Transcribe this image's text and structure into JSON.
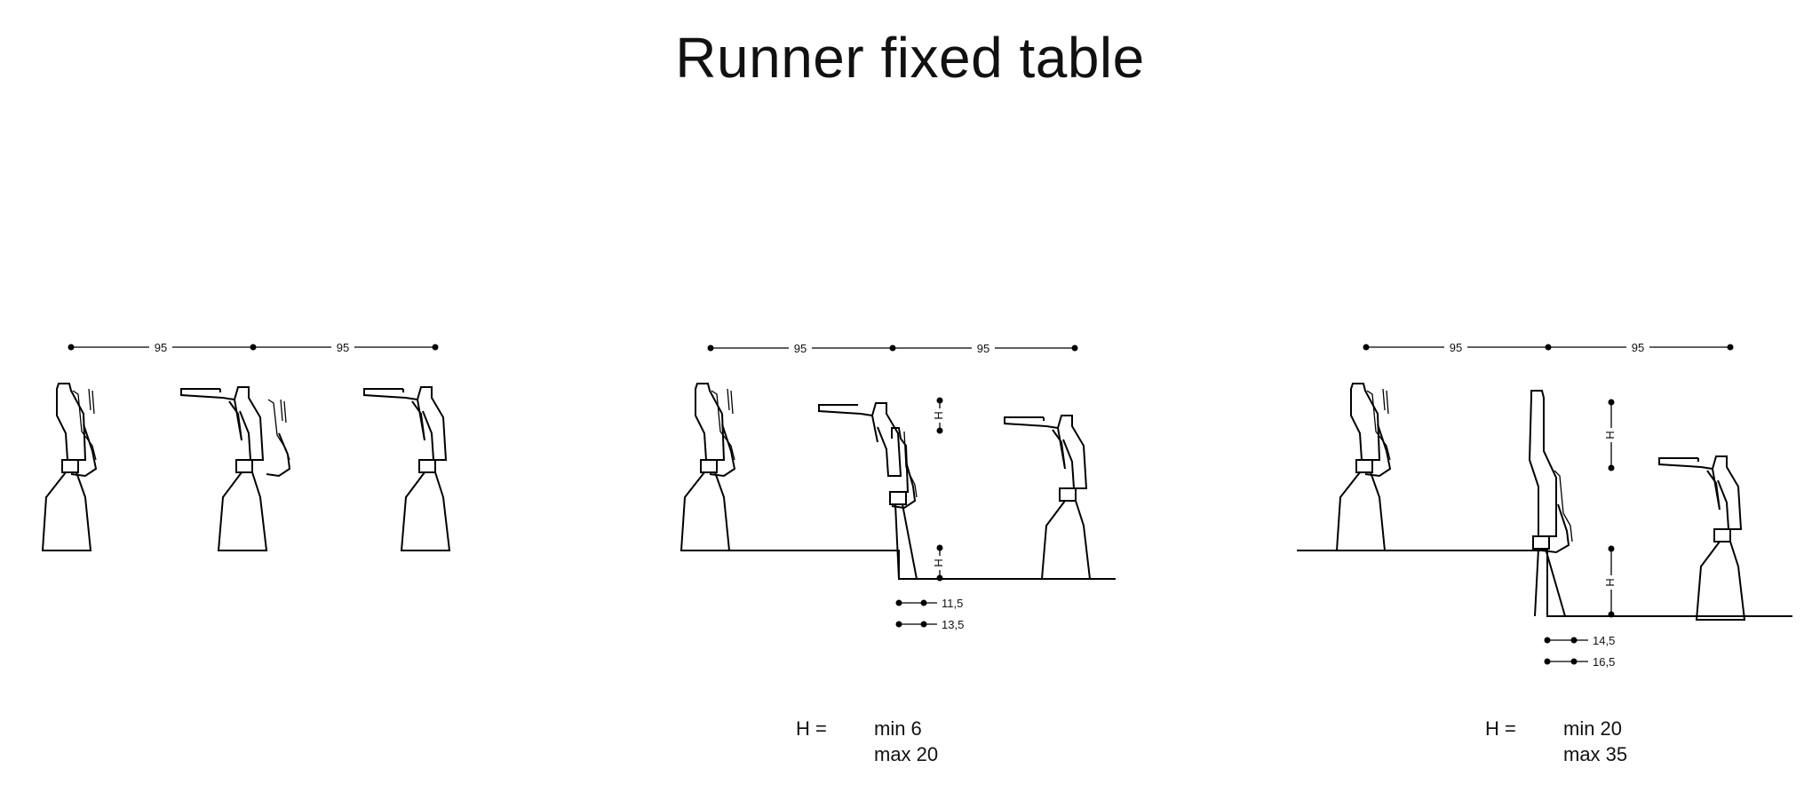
{
  "title": "Runner fixed table",
  "dim_label": "95",
  "panel_b": {
    "h_label": "H",
    "offset_a": "11,5",
    "offset_b": "13,5",
    "legend_prefix": "H =",
    "min": "min 6",
    "max": "max 20"
  },
  "panel_c": {
    "h_label": "H",
    "offset_a": "14,5",
    "offset_b": "16,5",
    "legend_prefix": "H =",
    "min": "min 20",
    "max": "max 35"
  }
}
